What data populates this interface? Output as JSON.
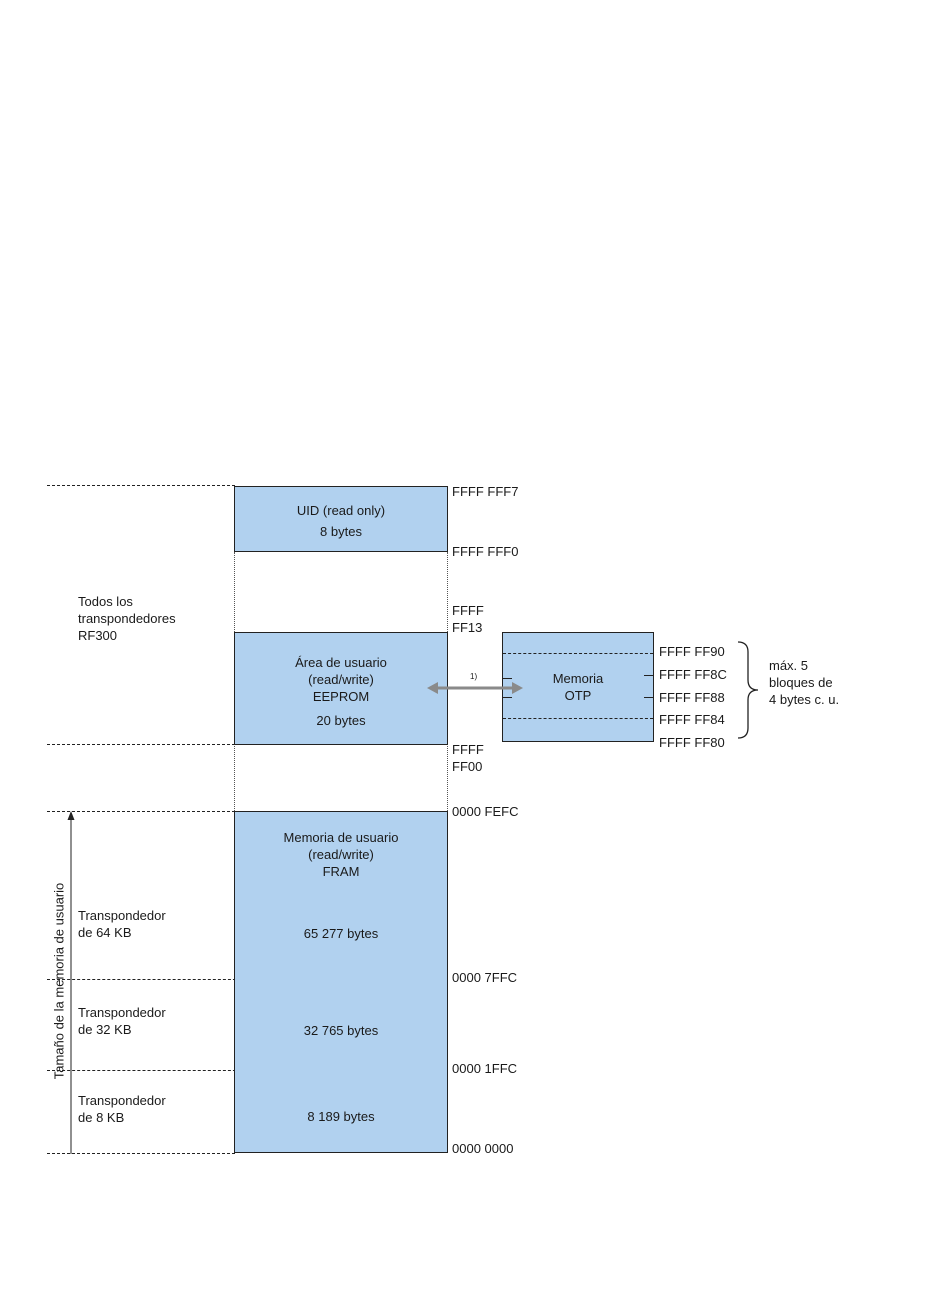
{
  "blocks": {
    "uid": {
      "line1": "UID (read only)",
      "line2": "8 bytes"
    },
    "user_area": {
      "lines": "Área de usuario\n(read/write)\nEEPROM",
      "size": "20 bytes"
    },
    "user_memory": {
      "lines": "Memoria de usuario\n(read/write)\nFRAM",
      "size_64": "65 277 bytes",
      "size_32": "32 765 bytes",
      "size_8": "8 189 bytes"
    },
    "otp": {
      "lines": "Memoria\nOTP"
    }
  },
  "addresses": {
    "fff7": "FFFF FFF7",
    "fff0": "FFFF FFF0",
    "ff13": "FFFF\nFF13",
    "ff00": "FFFF\nFF00",
    "fefc": "0000 FEFC",
    "7ffc": "0000 7FFC",
    "1ffc": "0000 1FFC",
    "zero": "0000 0000",
    "ff90": "FFFF FF90",
    "ff8c": "FFFF FF8C",
    "ff88": "FFFF FF88",
    "ff84": "FFFF FF84",
    "ff80": "FFFF FF80"
  },
  "labels": {
    "all_transponders": "Todos los\ntranspondedores\nRF300",
    "transponder_64": "Transpondedor\nde 64 KB",
    "transponder_32": "Transpondedor\nde 32 KB",
    "transponder_8": "Transpondedor\nde 8 KB",
    "axis": "Tamaño de la memoria de usuario",
    "otp_note": "máx. 5\nbloques de\n4 bytes c. u.",
    "footnote": "1)"
  },
  "colors": {
    "block_fill": "#b1d1ef",
    "arrow": "#8a8a8a"
  }
}
